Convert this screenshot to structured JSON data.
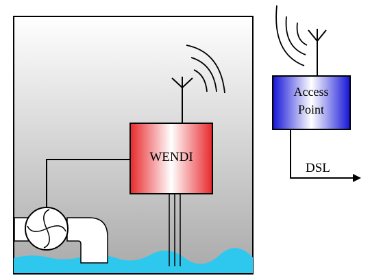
{
  "wendi": {
    "label": "WENDI"
  },
  "access_point": {
    "label_line1": "Access",
    "label_line2": "Point"
  },
  "dsl": {
    "label": "DSL"
  },
  "colors": {
    "tank_gradient_top": "#ffffff",
    "tank_gradient_bottom": "#a9a9a9",
    "water": "#2ec8ee",
    "wendi_red": "#e8282c",
    "access_point_blue": "#1414d8",
    "line": "#000000"
  }
}
